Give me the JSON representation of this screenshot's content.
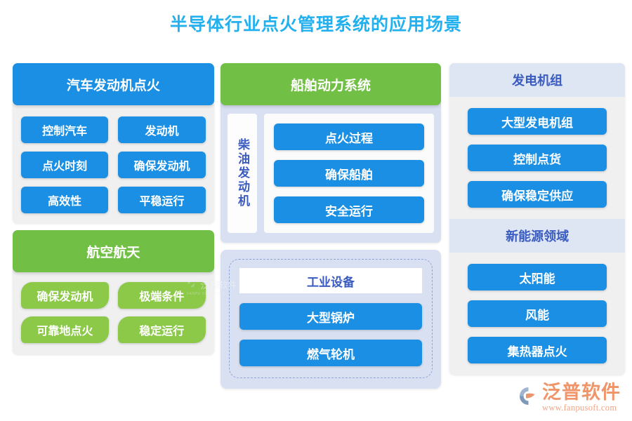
{
  "page": {
    "title": "半导体行业点火管理系统的应用场景",
    "title_color": "#23b0ef",
    "background": "#ffffff"
  },
  "colors": {
    "blue": "#1a8fe3",
    "green": "#72bf45",
    "green_chip": "#8dc949",
    "light_blue_header": "#dde6f2",
    "card_gray": "#f0f0f0",
    "marine_bg": "#d8e0f2",
    "dark_blue_text": "#3a5bbf",
    "brand_orange": "#f0956a"
  },
  "columns": [
    {
      "id": "auto",
      "sections": [
        {
          "id": "auto-ignition",
          "header": "汽车发动机点火",
          "header_style": "blue",
          "chips": [
            "控制汽车",
            "发动机",
            "点火时刻",
            "确保发动机",
            "高效性",
            "平稳运行"
          ],
          "chip_style": "blue"
        },
        {
          "id": "aerospace",
          "header": "航空航天",
          "header_style": "green",
          "chips": [
            "确保发动机",
            "极端条件",
            "可靠地点火",
            "稳定运行"
          ],
          "chip_style": "green"
        }
      ]
    },
    {
      "id": "marine",
      "sections": [
        {
          "id": "marine-power",
          "header": "船舶动力系统",
          "header_style": "green",
          "side_label": "柴油发动机",
          "chips": [
            "点火过程",
            "确保船舶",
            "安全运行"
          ],
          "chip_style": "blue"
        },
        {
          "id": "industrial-equipment",
          "header": "工业设备",
          "header_style": "white-dashed",
          "chips": [
            "大型锅炉",
            "燃气轮机"
          ],
          "chip_style": "blue"
        }
      ]
    },
    {
      "id": "power",
      "sections": [
        {
          "id": "generator-set",
          "header": "发电机组",
          "header_style": "light-blue",
          "chips": [
            "大型发电机组",
            "控制点货",
            "确保稳定供应"
          ],
          "chip_style": "blue"
        },
        {
          "id": "new-energy",
          "header": "新能源领域",
          "header_style": "light-blue",
          "chips": [
            "太阳能",
            "风能",
            "集热器点火"
          ],
          "chip_style": "blue"
        }
      ]
    }
  ],
  "watermark": {
    "brand": "泛普软件",
    "sub": "FANPU SOFTWARE"
  },
  "brand": {
    "name": "泛普软件",
    "url": "www.fanpusoft.com",
    "logo_icon": "fanpu-logo-icon"
  }
}
